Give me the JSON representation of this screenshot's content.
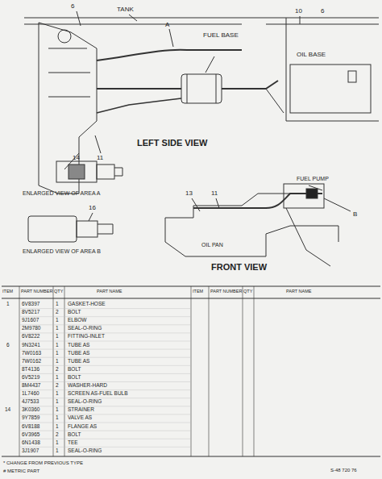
{
  "diagram": {
    "labels": [
      "6",
      "TANK",
      "10",
      "6",
      "A",
      "FUEL BASE",
      "OIL BASE",
      "LEFT SIDE VIEW",
      "14",
      "11",
      "ENLARGED VIEW OF AREA A",
      "16",
      "ENLARGED VIEW OF AREA B",
      "13",
      "11",
      "FUEL PUMP",
      "B",
      "OIL PAN",
      "FRONT VIEW",
      "ITEM",
      "PART NUMBER",
      "QTY",
      "PART NAME",
      "ITEM",
      "PART NUMBER",
      "QTY",
      "PART NAME",
      "6V8397",
      "1",
      "GASKET-HOSE",
      "8V5217",
      "2",
      "BOLT",
      "9J1607",
      "1",
      "ELBOW",
      "2M9780",
      "1",
      "SEAL-O-RING",
      "6V8222",
      "1",
      "FITTING-INLET",
      "9N3241",
      "1",
      "TUBE AS",
      "7W0163",
      "1",
      "TUBE AS",
      "7W0162",
      "1",
      "TUBE AS",
      "8T4136",
      "2",
      "BOLT",
      "6V5219",
      "1",
      "BOLT",
      "8M4437",
      "2",
      "WASHER-HARD",
      "1L7460",
      "1",
      "SCREEN AS-FUEL BULB",
      "4J7533",
      "1",
      "SEAL-O-RING",
      "3K0360",
      "1",
      "STRAINER",
      "9Y7859",
      "1",
      "VALVE AS",
      "6V8188",
      "1",
      "FLANGE AS",
      "6V3965",
      "2",
      "BOLT",
      "6N1438",
      "1",
      "TEE",
      "3J1907",
      "1",
      "SEAL-O-RING",
      "1",
      "6",
      "14",
      "* CHANGE FROM PREVIOUS TYPE",
      "# METRIC PART",
      "S-48 720 76"
    ]
  }
}
